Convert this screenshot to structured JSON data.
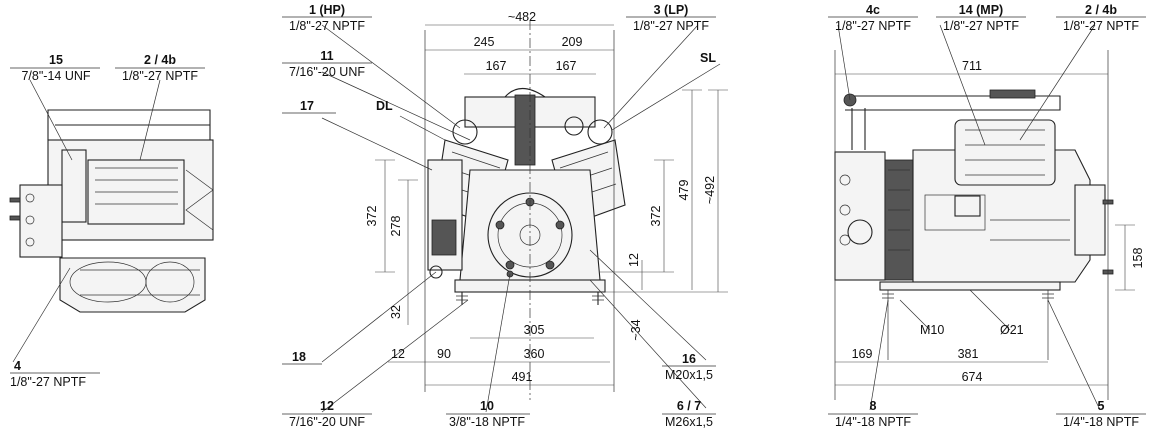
{
  "left_view": {
    "callout_15": {
      "num": "15",
      "spec": "7/8\"-14 UNF"
    },
    "callout_2_4b": {
      "num": "2 / 4b",
      "spec": "1/8\"-27 NPTF"
    },
    "callout_4": {
      "num": "4",
      "spec": "1/8\"-27 NPTF"
    }
  },
  "center_view": {
    "callout_1": {
      "num": "1 (HP)",
      "spec": "1/8\"-27 NPTF"
    },
    "callout_3": {
      "num": "3 (LP)",
      "spec": "1/8\"-27 NPTF"
    },
    "callout_11": {
      "num": "11",
      "spec": "7/16\"-20 UNF"
    },
    "label_sl": "SL",
    "label_17": "17",
    "label_dl": "DL",
    "callout_18": {
      "num": "18"
    },
    "callout_12": {
      "num": "12",
      "spec": "7/16\"-20 UNF"
    },
    "callout_10": {
      "num": "10",
      "spec": "3/8\"-18 NPTF"
    },
    "callout_16": {
      "num": "16",
      "spec": "M20x1,5"
    },
    "callout_6_7": {
      "num": "6 / 7",
      "spec": "M26x1,5"
    },
    "dims": {
      "overall_width": "~482",
      "top_left": "245",
      "top_right": "209",
      "inner_left": "167",
      "inner_right": "167",
      "height_372_left": "372",
      "height_278": "278",
      "height_32": "32",
      "height_372_right": "372",
      "height_479": "479",
      "height_492": "~492",
      "height_12": "12",
      "offset_34": "~34",
      "bottom_12": "12",
      "bottom_90": "90",
      "bottom_305": "305",
      "bottom_360": "360",
      "bottom_491": "491"
    }
  },
  "right_view": {
    "callout_4c": {
      "num": "4c",
      "spec": "1/8\"-27 NPTF"
    },
    "callout_14": {
      "num": "14 (MP)",
      "spec": "1/8\"-27 NPTF"
    },
    "callout_2_4b": {
      "num": "2 / 4b",
      "spec": "1/8\"-27 NPTF"
    },
    "callout_8": {
      "num": "8",
      "spec": "1/4\"-18 NPTF"
    },
    "callout_5": {
      "num": "5",
      "spec": "1/4\"-18 NPTF"
    },
    "label_m10": "M10",
    "label_d21": "Ø21",
    "dims": {
      "top_711": "711",
      "height_158": "158",
      "bottom_169": "169",
      "bottom_381": "381",
      "bottom_674": "674"
    }
  }
}
